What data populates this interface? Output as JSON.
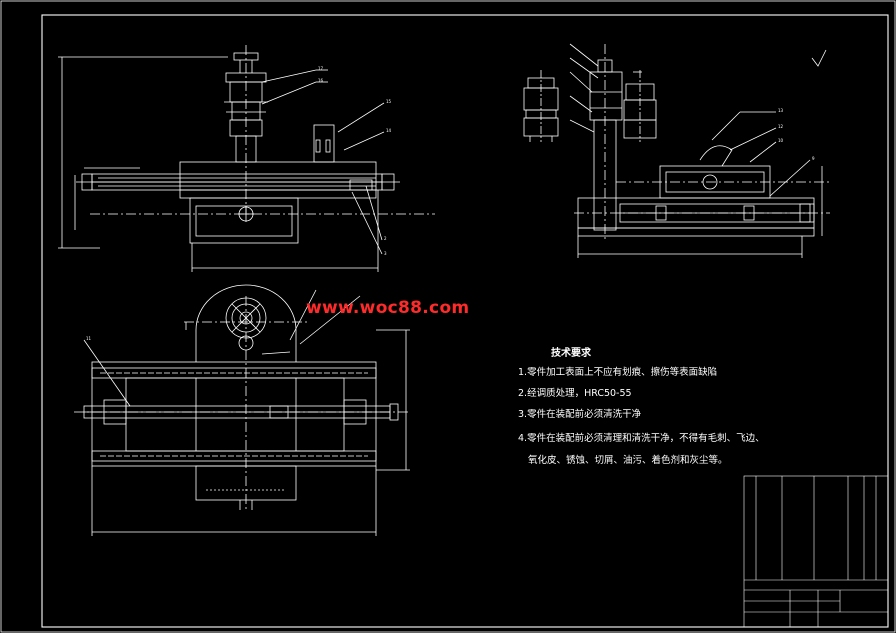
{
  "watermark": "www.woc88.com",
  "tech_requirements": {
    "title": "技术要求",
    "items": [
      "1.零件加工表面上不应有划痕、擦伤等表面缺陷",
      "2.经调质处理，HRC50-55",
      "3.零件在装配前必须清洗干净",
      "4.零件在装配前必须清理和清洗干净，不得有毛刺、飞边、",
      "氧化皮、锈蚀、切屑、油污、着色剂和灰尘等。"
    ]
  },
  "colors": {
    "background": "#000000",
    "line": "#ffffff",
    "center_line": "#ffffff",
    "watermark": "#ff2a2a"
  }
}
